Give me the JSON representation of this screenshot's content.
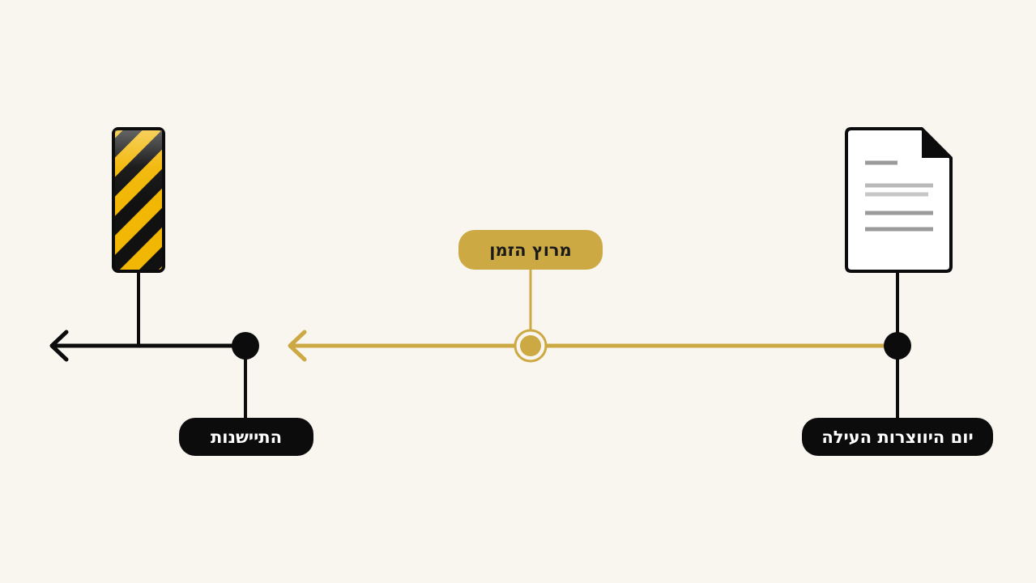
{
  "labels": {
    "time_label": "מרוץ הזמן",
    "start_label": "יום היווצרות העילה",
    "end_label": "התיישנות"
  },
  "colors": {
    "background": "#f9f6f0",
    "gold": "#cda944",
    "black": "#0c0c0c",
    "hazard_yellow": "#f2b705"
  },
  "icons": {
    "start": "document-icon",
    "end": "barrier-icon"
  }
}
